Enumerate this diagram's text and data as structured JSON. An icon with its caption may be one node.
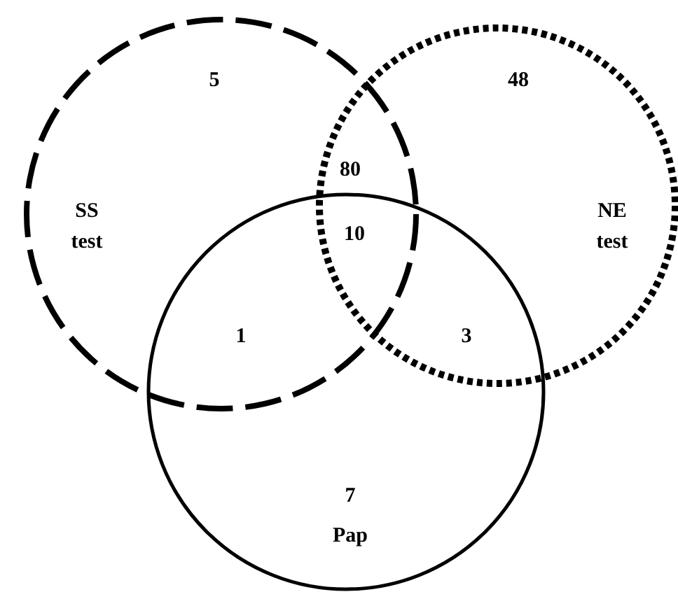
{
  "diagram": {
    "nodes": [
      {
        "text": [
          "SS test"
        ]
      },
      {
        "text": [
          "NE test"
        ]
      },
      {
        "text": [
          "Pap"
        ]
      }
    ],
    "labels": [
      "5",
      "48",
      "80",
      "10",
      "1",
      "3",
      "7"
    ]
  }
}
